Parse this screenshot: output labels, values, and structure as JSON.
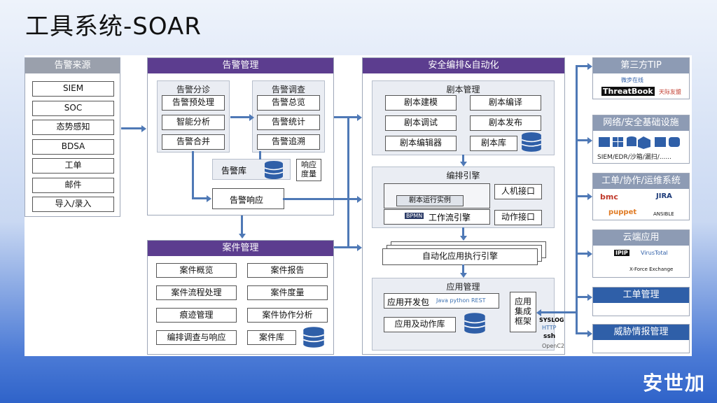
{
  "title": "工具系统-SOAR",
  "brand": "安世加",
  "alert_source": {
    "header": "告警来源",
    "items": [
      "SIEM",
      "SOC",
      "态势感知",
      "BDSA",
      "工单",
      "邮件",
      "导入/录入"
    ]
  },
  "alert_mgmt": {
    "header": "告警管理",
    "analysis": {
      "header": "告警分诊",
      "items": [
        "告警预处理",
        "智能分析",
        "告警合并"
      ]
    },
    "investigation": {
      "header": "告警调查",
      "items": [
        "告警总览",
        "告警统计",
        "告警追溯"
      ]
    },
    "alert_db": "告警库",
    "measure": "响应\n度量",
    "response": "告警响应"
  },
  "case_mgmt": {
    "header": "案件管理",
    "items": [
      "案件概览",
      "案件报告",
      "案件流程处理",
      "案件度量",
      "痕迹管理",
      "案件协作分析",
      "编排调查与响应",
      "案件库"
    ]
  },
  "soar": {
    "header": "安全编排&自动化",
    "playbook": {
      "header": "剧本管理",
      "items": [
        "剧本建模",
        "剧本编译",
        "剧本调试",
        "剧本发布",
        "剧本编辑器",
        "剧本库"
      ]
    },
    "engine": {
      "header": "编排引擎",
      "instance": "剧本运行实例",
      "workflow": "工作流引擎",
      "bpmn": "BPMN",
      "hmi": "人机接口",
      "action": "动作接口"
    },
    "exec_engine": "自动化应用执行引擎",
    "app_mgmt": {
      "header": "应用管理",
      "sdk": "应用开发包",
      "sdk_langs": "Java python REST",
      "app_action_db": "应用及动作库",
      "integration": "应用\n集成\n框架",
      "protocols": [
        "SYSLOG",
        "HTTP",
        "ssh",
        "OpenC2"
      ]
    }
  },
  "right_side": {
    "tip": {
      "header": "第三方TIP",
      "logos": [
        "微步在线",
        "ThreatBook",
        "天际友盟"
      ]
    },
    "infra": {
      "header": "网络/安全基础设施",
      "caption": "SIEM/EDR/沙箱/漏扫/......"
    },
    "ticket_sys": {
      "header": "工单/协作/运维系统",
      "logos": [
        "bmc",
        "JIRA",
        "puppet",
        "ANSIBLE"
      ]
    },
    "cloud": {
      "header": "云端应用",
      "logos": [
        "IPIP",
        "VirusTotal",
        "X-Force Exchange"
      ]
    },
    "ticket_mgmt": {
      "header": "工单管理"
    },
    "threat_intel": {
      "header": "威胁情报管理"
    }
  }
}
